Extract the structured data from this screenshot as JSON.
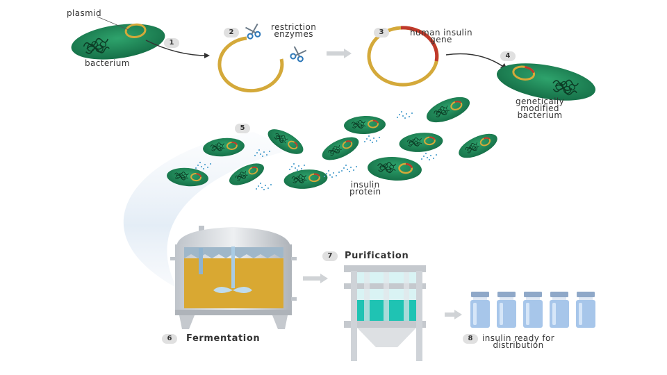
{
  "labels": {
    "plasmid": "plasmid",
    "bacterium": "bacterium",
    "restriction_enzymes": [
      "restriction",
      "enzymes"
    ],
    "human_insulin_gene": [
      "human insulin",
      "gene"
    ],
    "genetically_modified_bacterium": [
      "genetically",
      "modified",
      "bacterium"
    ],
    "insulin_protein": [
      "insulin",
      "protein"
    ]
  },
  "steps": [
    {
      "number": "1",
      "title": ""
    },
    {
      "number": "2",
      "title": ""
    },
    {
      "number": "3",
      "title": ""
    },
    {
      "number": "4",
      "title": ""
    },
    {
      "number": "5",
      "title": ""
    },
    {
      "number": "6",
      "title": "Fermentation"
    },
    {
      "number": "7",
      "title": "Purification"
    },
    {
      "number": "8",
      "title": ""
    }
  ],
  "final_label": [
    "insulin ready for",
    "distribution"
  ],
  "colors": {
    "bacterium_fill": "#1f8a5b",
    "bacterium_dark": "#145e3c",
    "plasmid_ring": "#d4a93a",
    "insulin_gene": "#c0392b",
    "ferment_liquid": "#d9a832",
    "purify_liquid": "#1fc3b3",
    "steel": "#cfd3d8",
    "vial": "#a7c6ea",
    "insulin_dots": "#5aa6d1"
  }
}
